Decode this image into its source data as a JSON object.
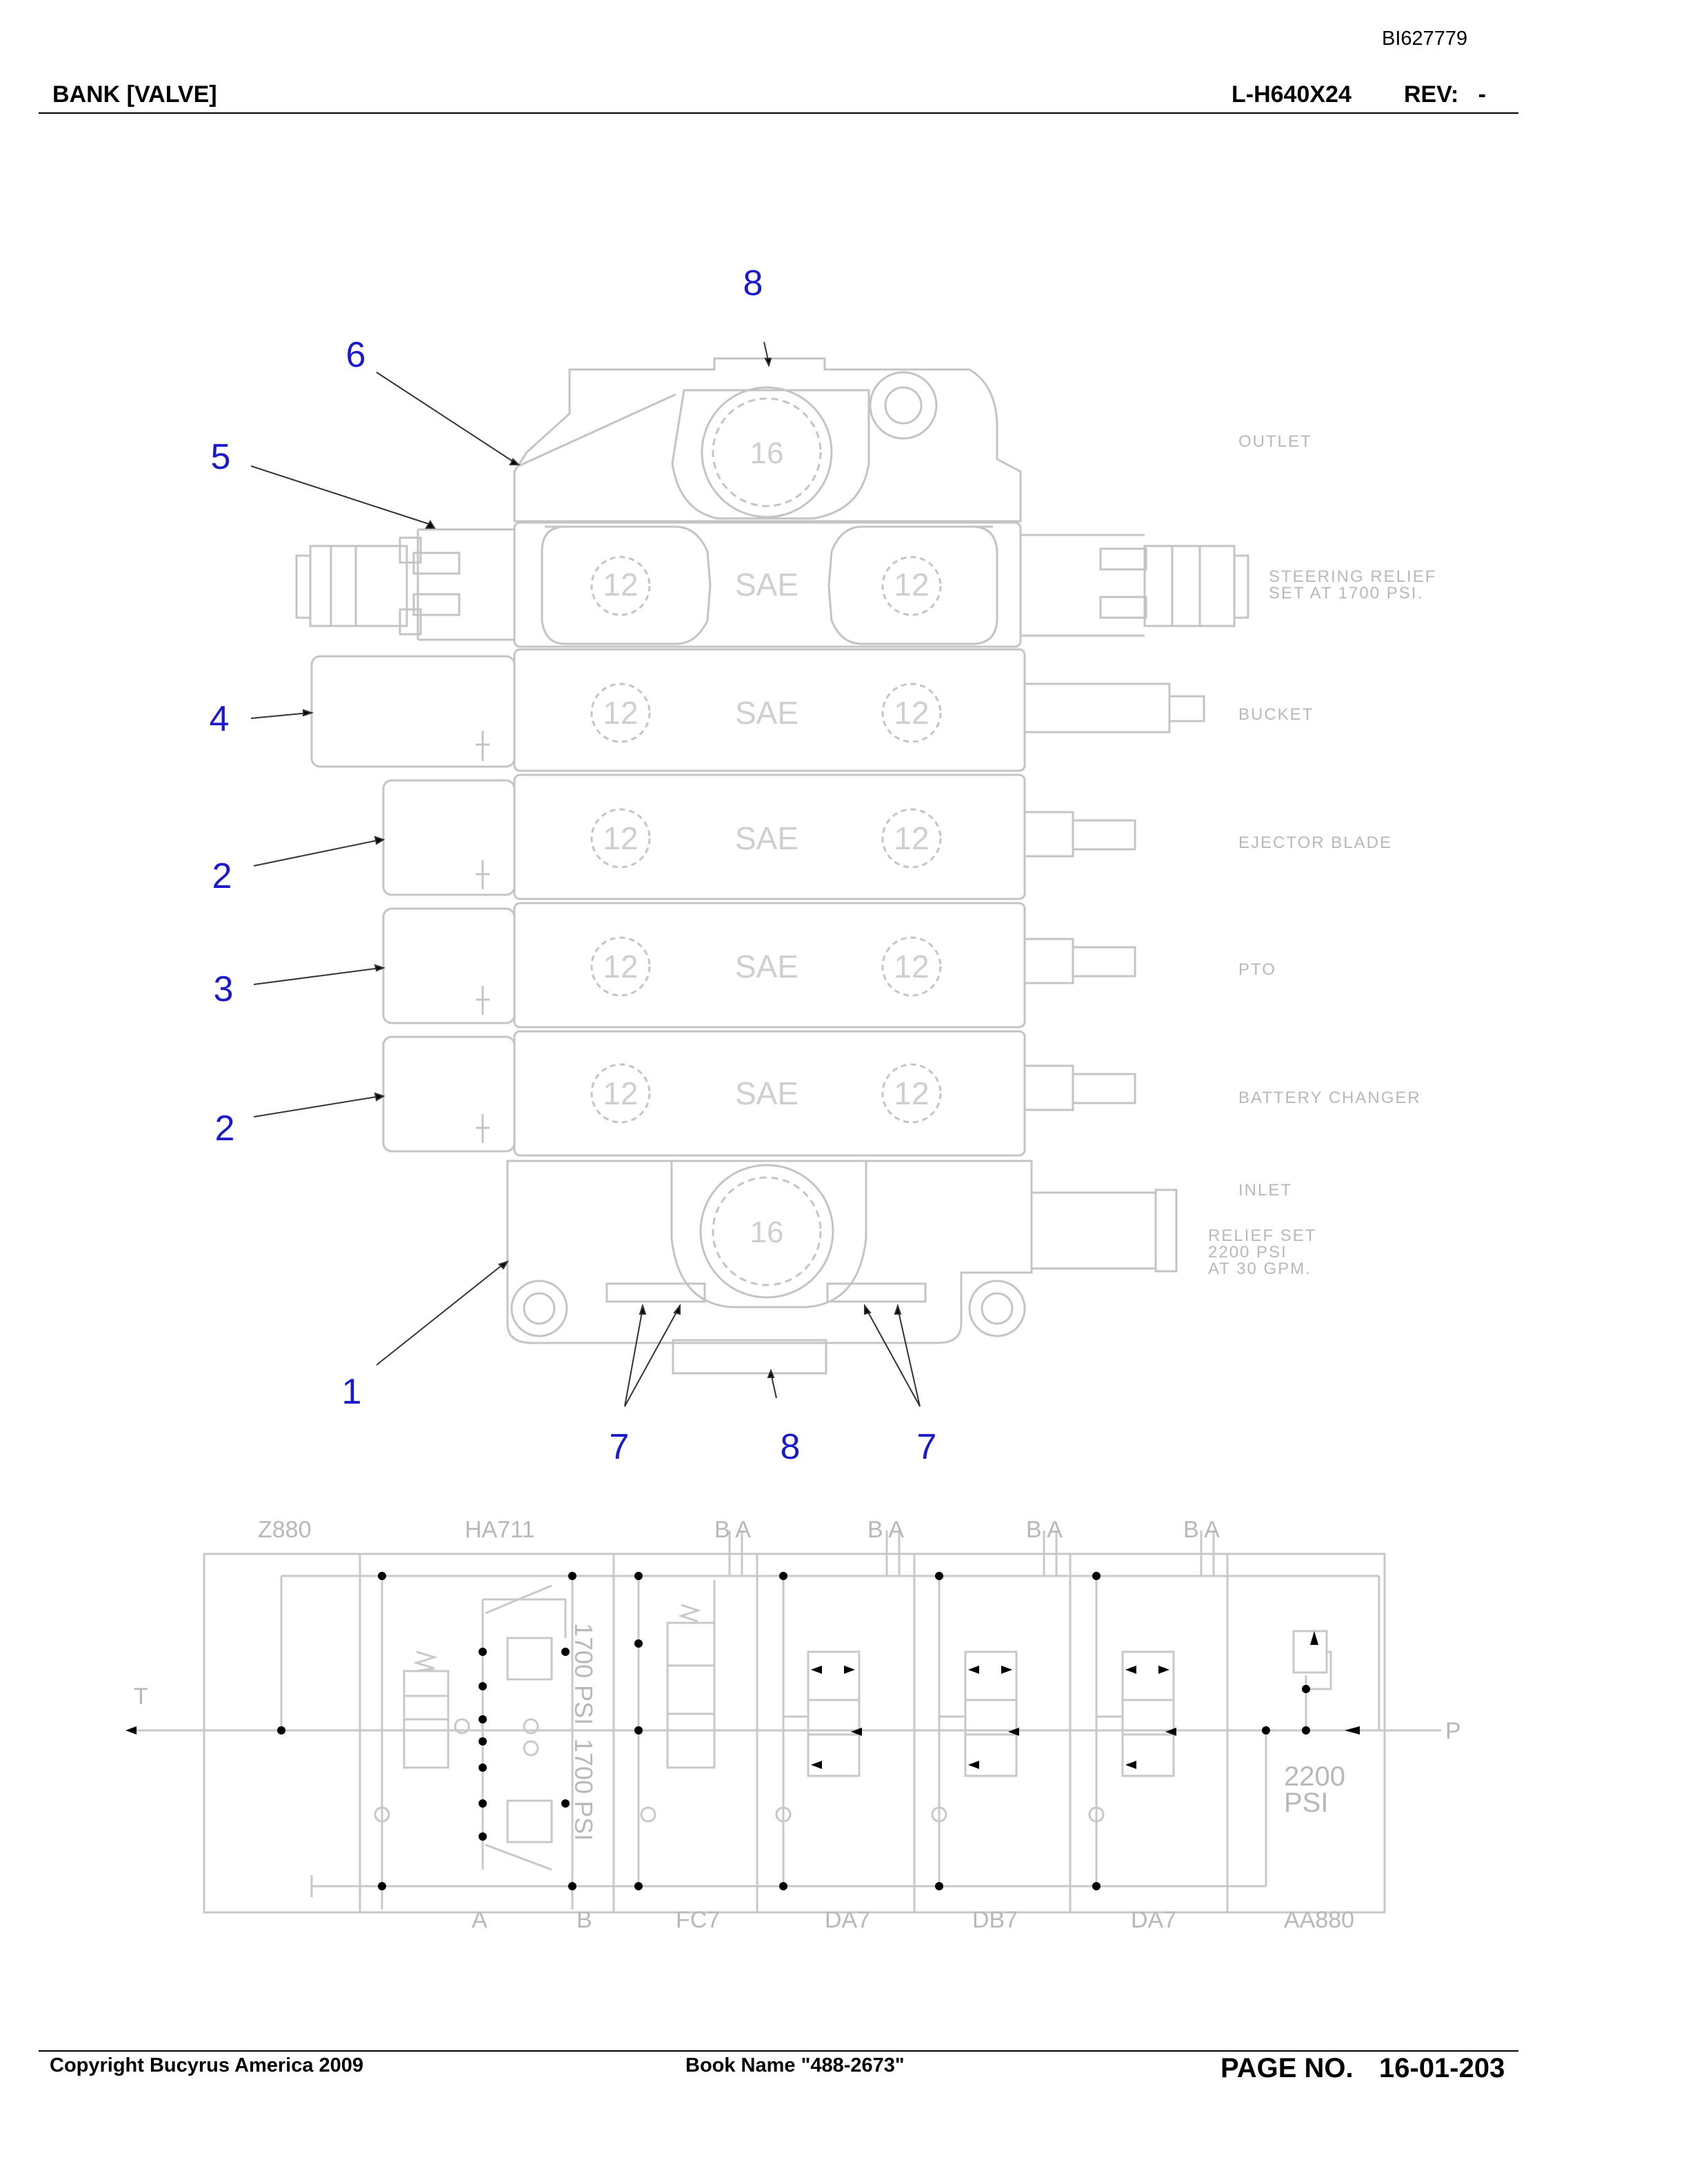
{
  "header": {
    "doc_id": "BI627779",
    "title": "BANK [VALVE]",
    "part_number": "L-H640X24",
    "rev": "REV:   -"
  },
  "assembly": {
    "port_sizes": {
      "outlet_port": "16",
      "section_port": "12",
      "section_port_type": "SAE",
      "inlet_port": "16"
    },
    "section_labels": {
      "outlet": "OUTLET",
      "steering_relief_1": "STEERING RELIEF",
      "steering_relief_2": "SET AT 1700 PSI.",
      "bucket": "BUCKET",
      "ejector_blade": "EJECTOR BLADE",
      "pto": "PTO",
      "battery_changer": "BATTERY CHANGER",
      "inlet": "INLET",
      "relief_1": "RELIEF SET",
      "relief_2": "2200 PSI",
      "relief_3": "AT 30 GPM."
    },
    "callouts": {
      "c8_top": "8",
      "c6": "6",
      "c5": "5",
      "c4": "4",
      "c2a": "2",
      "c3": "3",
      "c2b": "2",
      "c1": "1",
      "c7a": "7",
      "c8_bottom": "8",
      "c7b": "7"
    }
  },
  "schematic": {
    "top_labels": {
      "z880": "Z880",
      "ha711": "HA711",
      "ba": "B A"
    },
    "side_labels": {
      "t": "T",
      "p": "P"
    },
    "relief_1700_top": "1700 PSI",
    "relief_1700_bottom": "1700 PSI",
    "relief_2200_1": "2200",
    "relief_2200_2": "PSI",
    "bottom_labels": {
      "a": "A",
      "b": "B",
      "fc7": "FC7",
      "da7a": "DA7",
      "db7": "DB7",
      "da7b": "DA7",
      "aa880": "AA880"
    },
    "colors": {
      "line": "#c8c8c8",
      "dot": "#000000",
      "callout": "#0000cc"
    }
  },
  "footer": {
    "copyright": "Copyright Bucyrus America 2009",
    "book_name": "Book Name \"488-2673\"",
    "page_label": "PAGE NO.",
    "page_number": "16-01-203"
  }
}
